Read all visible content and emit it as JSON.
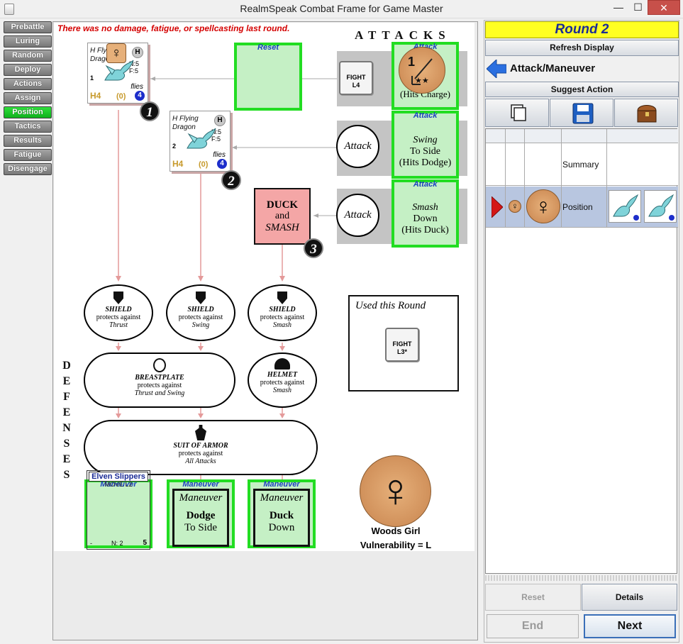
{
  "window": {
    "title": "RealmSpeak Combat Frame for Game Master",
    "min_glyph": "—",
    "max_glyph": "☐",
    "close_glyph": "✕"
  },
  "phases": [
    {
      "label": "Prebattle",
      "active": false
    },
    {
      "label": "Luring",
      "active": false
    },
    {
      "label": "Random",
      "active": false
    },
    {
      "label": "Deploy",
      "active": false
    },
    {
      "label": "Actions",
      "active": false
    },
    {
      "label": "Assign",
      "active": false
    },
    {
      "label": "Position",
      "active": true
    },
    {
      "label": "Tactics",
      "active": false
    },
    {
      "label": "Results",
      "active": false
    },
    {
      "label": "Fatigue",
      "active": false
    },
    {
      "label": "Disengage",
      "active": false
    }
  ],
  "board": {
    "message": "There was no damage, fatigue, or spellcasting last round.",
    "attacks_heading": "ATTACKS",
    "defenses_heading": "DEFENSES",
    "reset_label": "Reset",
    "attack_header": "Attack",
    "maneuver_header": "Maneuver",
    "chits": [
      {
        "name_line1": "H Flying",
        "name_line2": "Dragon",
        "h": "H",
        "n": "N:5",
        "f": "F:5",
        "num": "1",
        "flies": "flies",
        "h4": "H4",
        "zero": "(0)",
        "four": "4",
        "marker": "1"
      },
      {
        "name_line1": "H Flying",
        "name_line2": "Dragon",
        "h": "H",
        "n": "N:5",
        "f": "F:5",
        "num": "2",
        "flies": "flies",
        "h4": "H4",
        "zero": "(0)",
        "four": "4",
        "marker": "2"
      }
    ],
    "attack_rows": [
      {
        "left": "FIGHT\nL4",
        "right_line1": "",
        "right_line2": "(Hits Charge)",
        "coin_text": "1",
        "coin_sub": "★★"
      },
      {
        "left": "Attack",
        "right_line1": "Swing",
        "right_line2": "To Side",
        "right_line3": "(Hits Dodge)"
      },
      {
        "left": "Attack",
        "right_line1": "Smash",
        "right_line2": "Down",
        "right_line3": "(Hits Duck)"
      }
    ],
    "duck_smash": {
      "line1": "DUCK",
      "line2": "and",
      "line3": "SMASH",
      "marker": "3"
    },
    "used_round": {
      "title": "Used this Round",
      "chit": "FIGHT\nL3*"
    },
    "shields": [
      {
        "title": "SHIELD",
        "line": "protects against",
        "target": "Thrust"
      },
      {
        "title": "SHIELD",
        "line": "protects against",
        "target": "Swing"
      },
      {
        "title": "SHIELD",
        "line": "protects against",
        "target": "Smash"
      }
    ],
    "breastplate": {
      "title": "BREASTPLATE",
      "line": "protects against",
      "target": "Thrust and Swing"
    },
    "helmet": {
      "title": "HELMET",
      "line": "protects against",
      "target": "Smash"
    },
    "suit": {
      "title": "SUIT OF ARMOR",
      "line": "protects against",
      "target": "All Attacks"
    },
    "slippers": {
      "title": "Elven Slippers",
      "sub": "MOVE L2",
      "bottom_left": "-",
      "bottom_mid": "N: 2",
      "bottom_right": "5"
    },
    "maneuvers": [
      {
        "title": "Maneuver",
        "line1": "Dodge",
        "line2": "To Side"
      },
      {
        "title": "Maneuver",
        "line1": "Duck",
        "line2": "Down"
      }
    ],
    "character": {
      "name": "Woods Girl",
      "vulnerability": "Vulnerability = L",
      "symbol": "♀"
    }
  },
  "panel": {
    "round": "Round 2",
    "refresh": "Refresh Display",
    "attack_maneuver": "Attack/Maneuver",
    "suggest": "Suggest Action",
    "rows": [
      {
        "label": "Summary"
      },
      {
        "label": "Position",
        "symbol": "♀"
      }
    ],
    "reset": "Reset",
    "details": "Details",
    "end": "End",
    "next": "Next"
  },
  "colors": {
    "phase_active": "#1fc42b",
    "green_box": "#22dd22",
    "round_bg": "#ffff22",
    "message": "#d40000"
  }
}
